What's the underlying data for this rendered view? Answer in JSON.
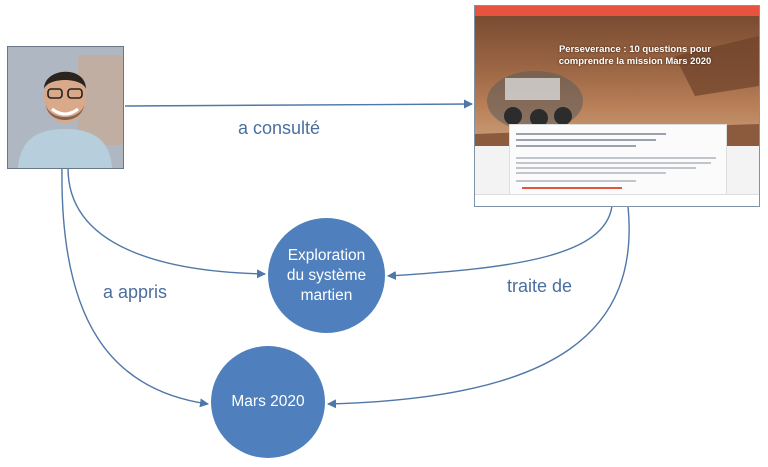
{
  "diagram": {
    "nodes": {
      "exploration": {
        "label": "Exploration\ndu système\nmartien"
      },
      "mars2020": {
        "label": "Mars 2020"
      }
    },
    "screenshot": {
      "title": "Perseverance : 10 questions pour comprendre la mission Mars 2020"
    },
    "edges": {
      "consulted": {
        "label": "a consulté"
      },
      "learned": {
        "label": "a appris"
      },
      "about": {
        "label": "traite de"
      }
    },
    "colors": {
      "node_fill": "#4f80bd",
      "edge_stroke": "#4f77a8",
      "label_text": "#4a6f9f"
    }
  }
}
